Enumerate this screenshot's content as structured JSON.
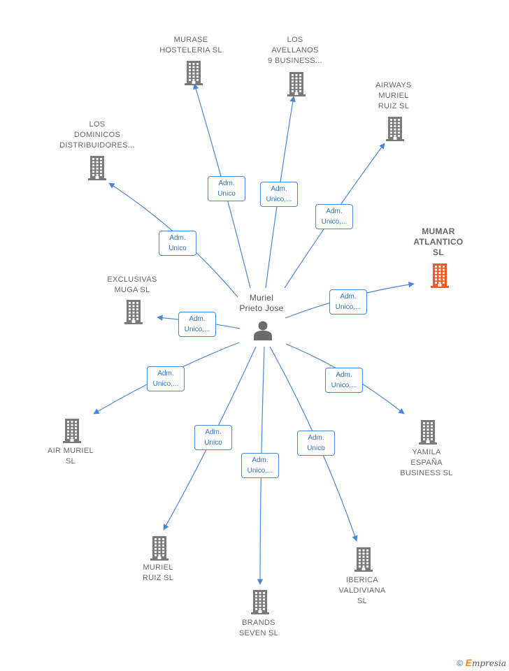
{
  "colors": {
    "edge": "#4a86d6",
    "building": "#7a7a7a",
    "highlight": "#f05a28",
    "person": "#6b6b6b"
  },
  "center": {
    "name": "Muriel\nPrieto Jose",
    "icon": "person-icon"
  },
  "companies": [
    {
      "id": "murase",
      "name": "MURASE\nHOSTELERIA SL",
      "role": "Adm.\nUnico",
      "highlight": false
    },
    {
      "id": "avellanos",
      "name": "LOS\nAVELLANOS\n9 BUSINESS...",
      "role": "Adm.\nUnico,...",
      "highlight": false
    },
    {
      "id": "airways",
      "name": "AIRWAYS\nMURIEL\nRUIZ  SL",
      "role": "Adm.\nUnico,...",
      "highlight": false
    },
    {
      "id": "dominicos",
      "name": "LOS\nDOMINICOS\nDISTRIBUIDORES...",
      "role": "Adm.\nUnico",
      "highlight": false
    },
    {
      "id": "mumar",
      "name": "MUMAR\nATLANTICO\nSL",
      "role": "Adm.\nUnico,...",
      "highlight": true
    },
    {
      "id": "exclusivas",
      "name": "EXCLUSIVAS\nMUGA SL",
      "role": "Adm.\nUnico,...",
      "highlight": false
    },
    {
      "id": "airmuriel",
      "name": "AIR MURIEL\nSL",
      "role": "Adm.\nUnico,...",
      "highlight": false
    },
    {
      "id": "yamila",
      "name": "YAMILA\nESPAÑA\nBUSINESS  SL",
      "role": "Adm.\nUnico,...",
      "highlight": false
    },
    {
      "id": "murielruiz",
      "name": "MURIEL\nRUIZ SL",
      "role": "Adm.\nUnico",
      "highlight": false
    },
    {
      "id": "brands",
      "name": "BRANDS\nSEVEN  SL",
      "role": "Adm.\nUnico,...",
      "highlight": false
    },
    {
      "id": "iberica",
      "name": "IBERICA\nVALDIVIANA\nSL",
      "role": "Adm.\nUnico",
      "highlight": false
    }
  ],
  "footer": {
    "copyright_symbol": "©",
    "brand_initial": "E",
    "brand_rest": "mpresia"
  }
}
